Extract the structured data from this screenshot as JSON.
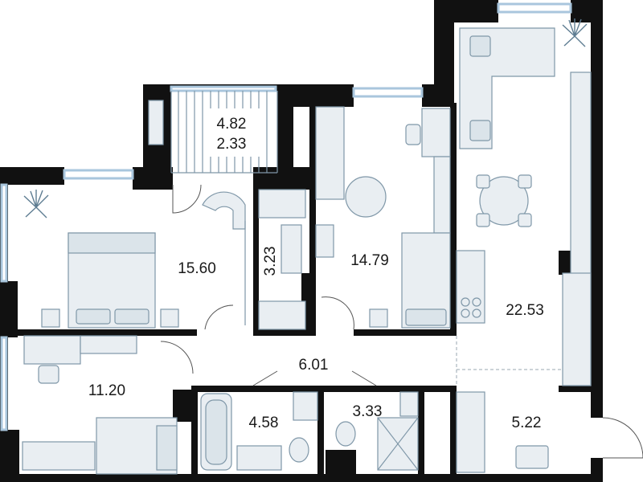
{
  "floor_plan": {
    "rooms": [
      {
        "id": "loggia",
        "area_primary": "4.82",
        "area_secondary": "2.33"
      },
      {
        "id": "bedroom",
        "area": "15.60"
      },
      {
        "id": "wardrobe",
        "area": "3.23"
      },
      {
        "id": "kids-room",
        "area": "14.79"
      },
      {
        "id": "kitchen-living",
        "area": "22.53"
      },
      {
        "id": "hallway",
        "area": "6.01"
      },
      {
        "id": "study",
        "area": "11.20"
      },
      {
        "id": "bathroom",
        "area": "4.58"
      },
      {
        "id": "wc",
        "area": "3.33"
      },
      {
        "id": "entrance-closet",
        "area": "5.22"
      }
    ]
  },
  "colors": {
    "walls": "#111111",
    "windows": "#a9c6dd",
    "furniture_fill": "#e9eef2",
    "furniture_stroke": "#7f97a8"
  }
}
